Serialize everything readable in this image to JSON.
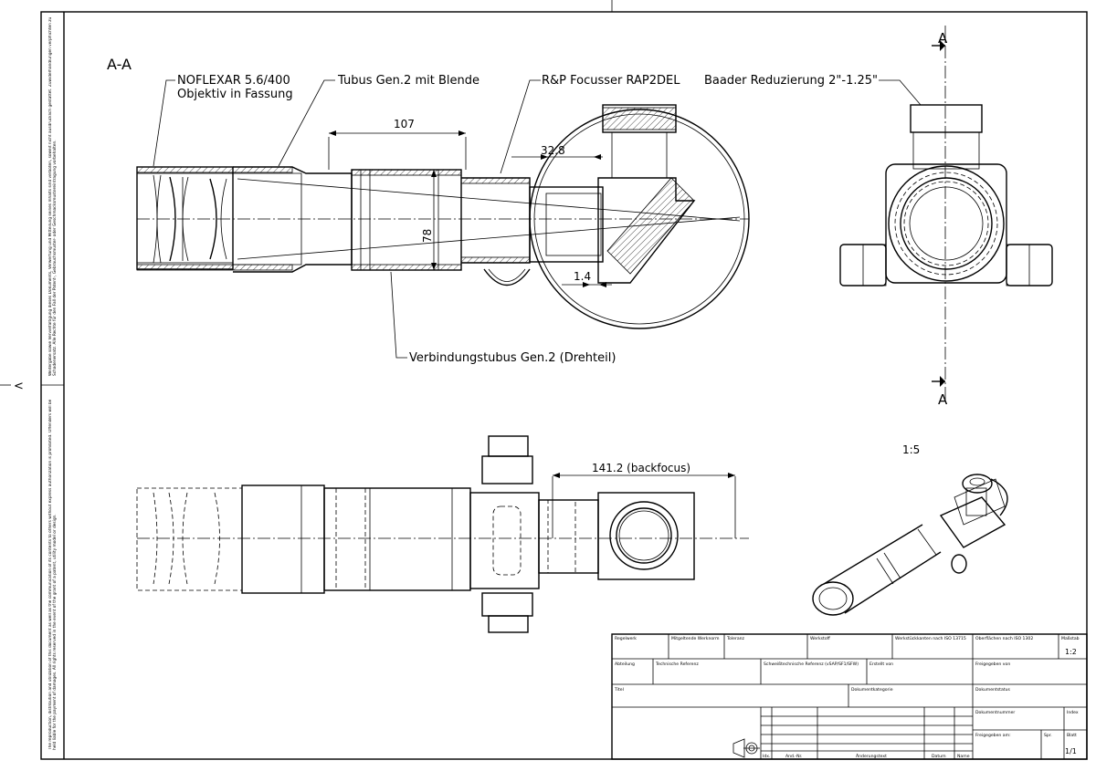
{
  "section_label": "A-A",
  "section_marker": "A",
  "labels": {
    "objective": "NOFLEXAR 5.6/400",
    "objective_sub": "Objektiv in Fassung",
    "tube": "Tubus Gen.2 mit Blende",
    "focuser": "R&P Focusser RAP2DEL",
    "reducer": "Baader Reduzierung 2\"-1.25\"",
    "connector": "Verbindungstubus Gen.2 (Drehteil)"
  },
  "dimensions": {
    "tube_length": "107",
    "focuser_offset": "32.8",
    "diameter": "78",
    "gap": "1.4",
    "backfocus": "141.2 (backfocus)"
  },
  "iso_scale": "1:5",
  "side_notes": {
    "german": "Weitergabe sowie Vervielfältigung dieses Dokuments, Verwertung und Mitteilung seines Inhalts sind verboten, soweit nicht ausdrücklich gestattet. Zuwiderhandlungen verpflichten zu Schadenersatz. Alle Rechte für den Fall der Patent-, Gebrauchsmuster- oder Geschmacksmustereintragung vorbehalten.",
    "english": "The reproduction, distribution and utilization of this document as well as the communication of its contents to others without express authorization is prohibited. Offenders will be held liable for the payment of damages. All rights reserved in the event of the grant of a patent, utility model or design."
  },
  "title_block": {
    "row1": {
      "regelwerk": "Regelwerk",
      "werknorm": "Mitgeltende Werknorm",
      "toleranz": "Toleranz",
      "werkstoff": "Werkstoff",
      "werkstueckkanten": "Werkstückkanten nach ISO 13715",
      "oberflaechen": "Oberflächen nach ISO 1302",
      "massstab": "Maßstab",
      "massstab_value": "1:2"
    },
    "row2": {
      "abteilung": "Abteilung",
      "technische_referenz": "Technische Referenz",
      "schweiss_referenz": "Schweißtechnische Referenz (vSAP/SF1/SFW)",
      "erstellt": "Erstellt von",
      "freigegeben": "Freigegeben von"
    },
    "row3": {
      "titel": "Titel",
      "dokumentkategorie": "Dokumentkategorie",
      "dokumentstatus": "Dokumentstatus"
    },
    "row4": {
      "dokumentnummer": "Dokumentnummer",
      "index": "Index"
    },
    "row5": {
      "freigegeben_am": "Freigegeben am:",
      "sprache": "Spr.",
      "blatt": "Blatt",
      "blatt_value": "1/1"
    },
    "revision": {
      "idx": "Idx.",
      "aend": "And.-Nr.",
      "text": "Änderungstext",
      "datum": "Datum",
      "name": "Name"
    }
  }
}
